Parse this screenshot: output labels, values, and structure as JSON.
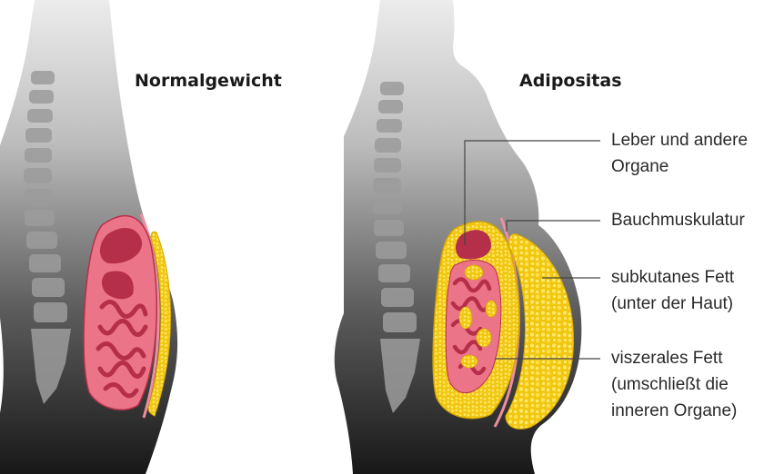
{
  "panels": {
    "normal": {
      "title": "Normalgewicht"
    },
    "obese": {
      "title": "Adipositas"
    }
  },
  "labels": {
    "organs": {
      "line1": "Leber und andere",
      "line2": "Organe"
    },
    "muscle": {
      "line1": "Bauchmuskulatur"
    },
    "subcutaneous": {
      "line1": "subkutanes Fett",
      "line2": "(unter der Haut)"
    },
    "visceral": {
      "line1": "viszerales Fett",
      "line2": "(umschließt die",
      "line3": "inneren Organe)"
    }
  },
  "colors": {
    "body_top": "#e6e6e6",
    "body_bottom": "#1b1b1b",
    "spine": "#9a9a9a",
    "organ_pink": "#ec7488",
    "organ_red": "#b62f4a",
    "fat_yellow": "#f4d20f",
    "fat_dots": "#ffe566",
    "muscle": "#ed8ea0",
    "leader_line": "#444444"
  }
}
